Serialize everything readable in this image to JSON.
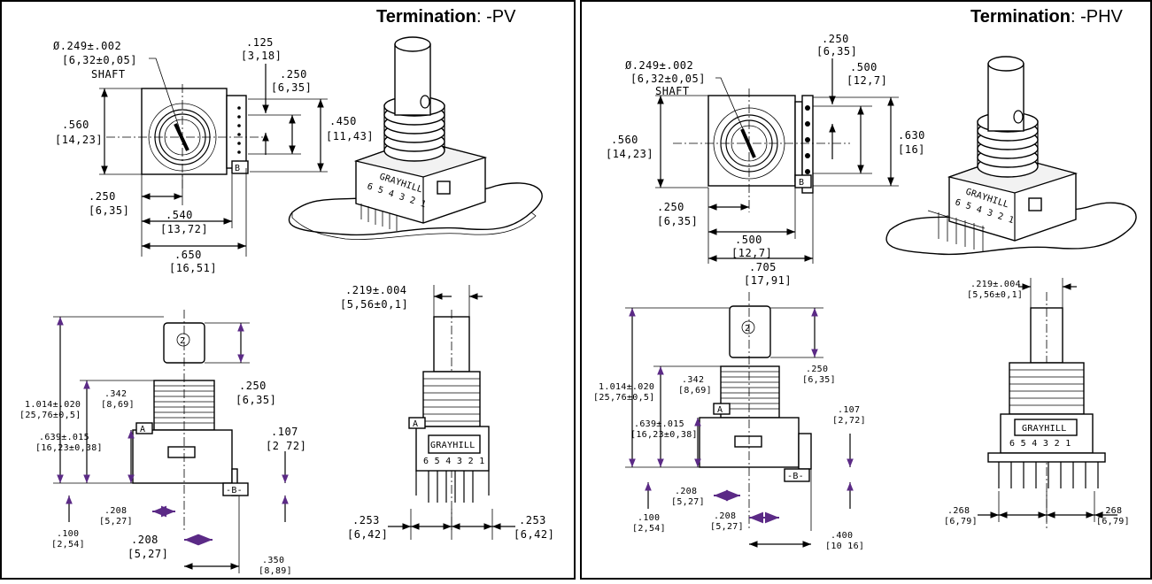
{
  "panels": [
    {
      "termination_label": "Termination",
      "termination_value": ": -PV",
      "top": {
        "shaft_dia": "Ø.249±.002",
        "shaft_dia_mm": "[6,32±0,05]",
        "shaft_label": "SHAFT",
        "d125": ".125",
        "d125_mm": "[3,18]",
        "d250": ".250",
        "d250_mm": "[6,35]",
        "d450": ".450",
        "d450_mm": "[11,43]",
        "d560": ".560",
        "d560_mm": "[14,23]",
        "d250b": ".250",
        "d250b_mm": "[6,35]",
        "d540": ".540",
        "d540_mm": "[13,72]",
        "d650": ".650",
        "d650_mm": "[16,51]",
        "datum_b": "B"
      },
      "bottom": {
        "d219": ".219±.004",
        "d219_mm": "[5,56±0,1]",
        "d1014": "1.014±.020",
        "d1014_mm": "[25,76±0,5]",
        "d342": ".342",
        "d342_mm": "[8,69]",
        "d639": ".639±.015",
        "d639_mm": "[16,23±0,38]",
        "d250": ".250",
        "d250_mm": "[6,35]",
        "d107": ".107",
        "d107_mm": "[2 72]",
        "d208a": ".208",
        "d208a_mm": "[5,27]",
        "d208b": ".208",
        "d208b_mm": "[5,27]",
        "d100": ".100",
        "d100_mm": "[2,54]",
        "d350": ".350",
        "d350_mm": "[8,89]",
        "d253l": ".253",
        "d253l_mm": "[6,42]",
        "d253r": ".253",
        "d253r_mm": "[6,42]",
        "datum_a": "A",
        "datum_b": "-B-",
        "circle_num": "2",
        "brand": "GRAYHILL",
        "pins": "6 5 4 3 2 1"
      }
    },
    {
      "termination_label": "Termination",
      "termination_value": ": -PHV",
      "top": {
        "shaft_dia": "Ø.249±.002",
        "shaft_dia_mm": "[6,32±0,05]",
        "shaft_label": "SHAFT",
        "d250": ".250",
        "d250_mm": "[6,35]",
        "d500": ".500",
        "d500_mm": "[12,7]",
        "d630": ".630",
        "d630_mm": "[16]",
        "d560": ".560",
        "d560_mm": "[14,23]",
        "d250b": ".250",
        "d250b_mm": "[6,35]",
        "d500b": ".500",
        "d500b_mm": "[12,7]",
        "d705": ".705",
        "d705_mm": "[17,91]",
        "datum_b": "B"
      },
      "bottom": {
        "d219": ".219±.004",
        "d219_mm": "[5,56±0,1]",
        "d1014": "1.014±.020",
        "d1014_mm": "[25,76±0,5]",
        "d342": ".342",
        "d342_mm": "[8,69]",
        "d639": ".639±.015",
        "d639_mm": "[16,23±0,38]",
        "d250": ".250",
        "d250_mm": "[6,35]",
        "d107": ".107",
        "d107_mm": "[2,72]",
        "d208a": ".208",
        "d208a_mm": "[5,27]",
        "d208b": ".208",
        "d208b_mm": "[5,27]",
        "d100": ".100",
        "d100_mm": "[2,54]",
        "d400": ".400",
        "d400_mm": "[10 16]",
        "d268l": ".268",
        "d268l_mm": "[6,79]",
        "d268r": ".268",
        "d268r_mm": "[6,79]",
        "datum_a": "A",
        "datum_b": "-B-",
        "circle_num": "2",
        "brand": "GRAYHILL",
        "pins": "6 5 4 3 2 1"
      }
    }
  ],
  "colors": {
    "border": "#000000",
    "arrow_purple": "#5b2a86",
    "background": "#ffffff"
  }
}
